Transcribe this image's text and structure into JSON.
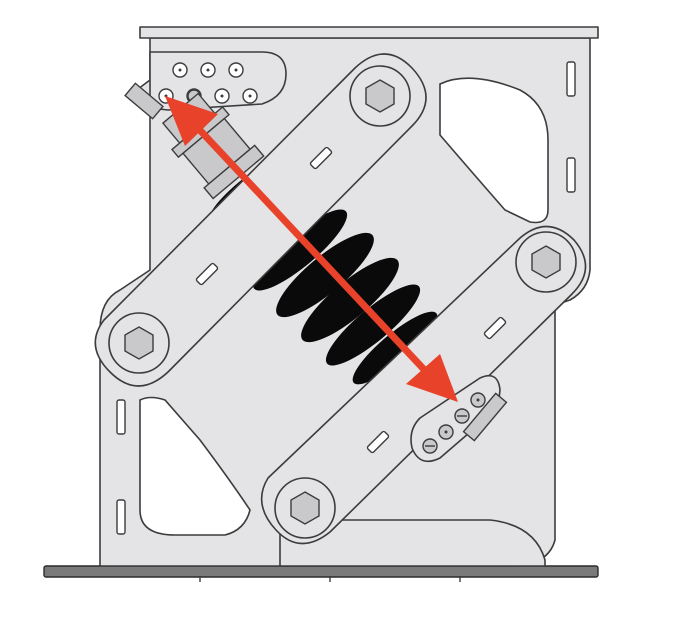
{
  "diagram": {
    "subject": "pedal-spring-mechanism",
    "colors": {
      "background": "#ffffff",
      "frame_fill": "#e4e4e6",
      "frame_stroke": "#3c3c3c",
      "base_fill": "#7a7a7a",
      "spring_fill": "#0a0a0a",
      "arrow": "#e8422a",
      "hardware_fill": "#c9c9cb"
    },
    "annotation": {
      "type": "double-headed-arrow",
      "meaning": "spring-travel"
    }
  }
}
